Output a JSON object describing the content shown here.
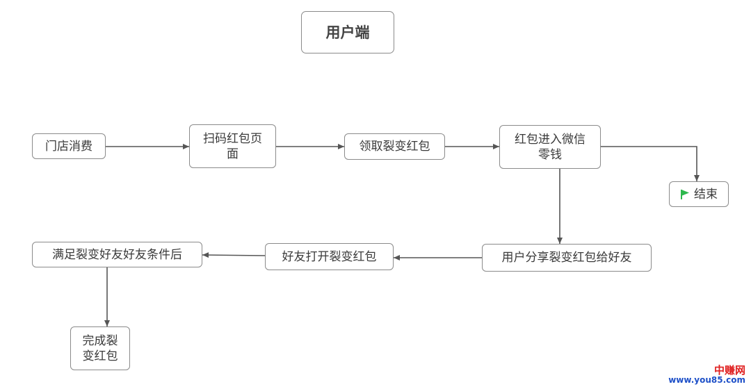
{
  "diagram": {
    "title": "用户端",
    "nodes": {
      "store": "门店消费",
      "scan": "扫码红包页面",
      "receive": "领取裂变红包",
      "wechat": "红包进入微信零钱",
      "end": "结束",
      "share": "用户分享裂变红包给好友",
      "friend_open": "好友打开裂变红包",
      "condition": "满足裂变好友好友条件后",
      "complete": "完成裂变红包"
    },
    "edges": [
      [
        "store",
        "scan"
      ],
      [
        "scan",
        "receive"
      ],
      [
        "receive",
        "wechat"
      ],
      [
        "wechat",
        "end"
      ],
      [
        "wechat",
        "share"
      ],
      [
        "share",
        "friend_open"
      ],
      [
        "friend_open",
        "condition"
      ],
      [
        "condition",
        "complete"
      ]
    ],
    "colors": {
      "border": "#8a8a8a",
      "line": "#555555",
      "flag": "#2db84d"
    },
    "icons": {
      "end": "green-flag-icon"
    }
  },
  "watermark": {
    "site_name": "中赚网",
    "url": "www.you85.com"
  }
}
